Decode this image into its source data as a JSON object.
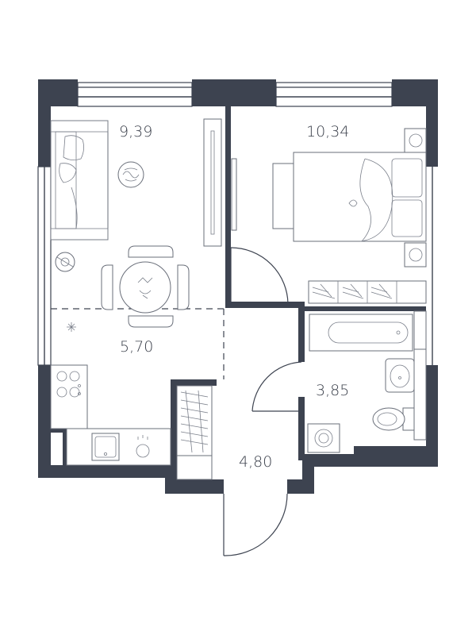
{
  "rooms": {
    "living": {
      "area": "9,39"
    },
    "bedroom": {
      "area": "10,34"
    },
    "kitchen": {
      "area": "5,70"
    },
    "bathroom": {
      "area": "3,85"
    },
    "hallway": {
      "area": "4,80"
    }
  },
  "colors": {
    "wall": "#3d4350",
    "line": "#6a6f7a",
    "background": "#ffffff"
  }
}
